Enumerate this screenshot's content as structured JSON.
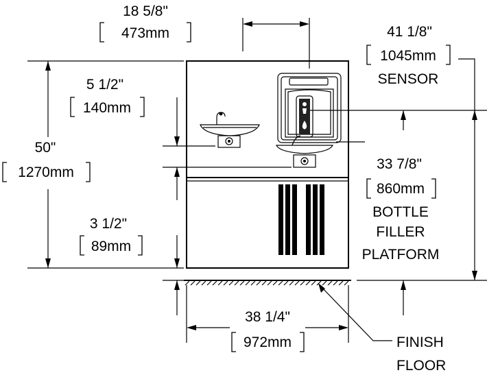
{
  "dimensions": {
    "width_top": {
      "imperial": "18 5/8\"",
      "metric": "473mm"
    },
    "sensor": {
      "imperial": "41 1/8\"",
      "metric": "1045mm",
      "label": "SENSOR"
    },
    "fountain_drop": {
      "imperial": "5 1/2\"",
      "metric": "140mm"
    },
    "overall_height": {
      "imperial": "50\"",
      "metric": "1270mm"
    },
    "bottle_filler": {
      "imperial": "33 7/8\"",
      "metric": "860mm",
      "label_lines": [
        "BOTTLE",
        "FILLER",
        "PLATFORM"
      ]
    },
    "base_offset": {
      "imperial": "3 1/2\"",
      "metric": "89mm"
    },
    "overall_width": {
      "imperial": "38 1/4\"",
      "metric": "972mm"
    }
  },
  "callouts": {
    "floor_lines": [
      "FINISH",
      "FLOOR"
    ]
  }
}
